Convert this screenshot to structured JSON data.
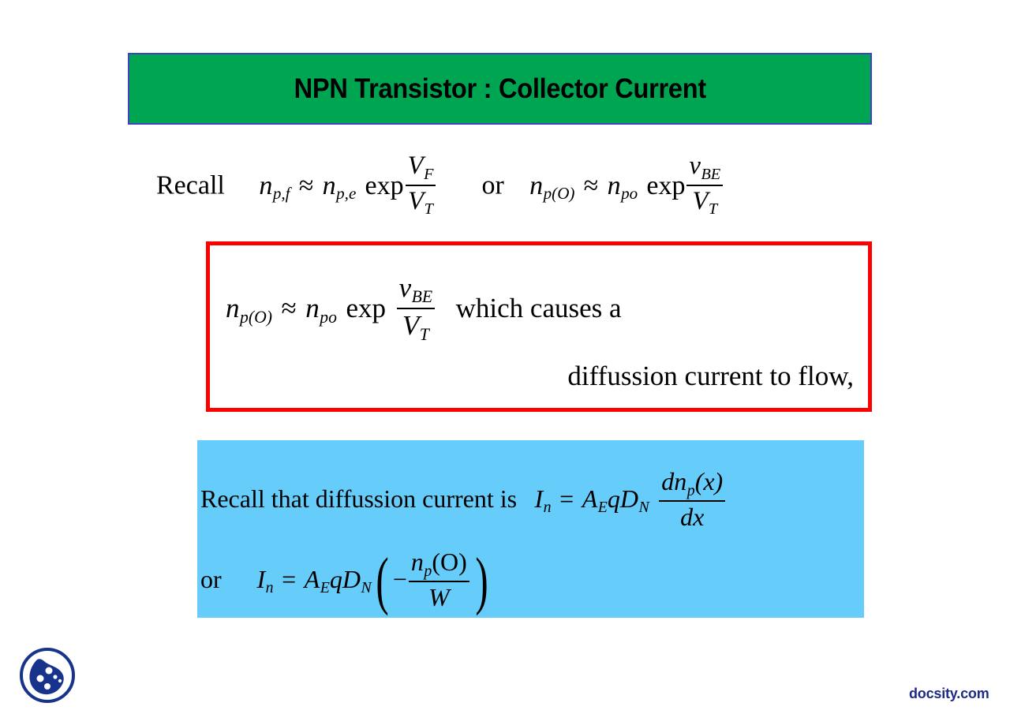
{
  "slide": {
    "title": "NPN Transistor : Collector Current",
    "title_bg_color": "#00A551",
    "title_border_color": "#4141C8",
    "background_color": "#FFFFFF"
  },
  "recall_line": {
    "lead_word": "Recall",
    "eq1": {
      "lhs_base": "n",
      "lhs_sub": "p,f",
      "relation": "≈",
      "rhs_base": "n",
      "rhs_sub": "p,e",
      "function": "exp",
      "numerator_base": "V",
      "numerator_sub": "F",
      "denominator_base": "V",
      "denominator_sub": "T"
    },
    "conjunction": "or",
    "eq2": {
      "lhs_base": "n",
      "lhs_sub": "p(O)",
      "relation": "≈",
      "rhs_base": "n",
      "rhs_sub": "po",
      "function": "exp",
      "numerator_base": "v",
      "numerator_sub": "BE",
      "denominator_base": "V",
      "denominator_sub": "T"
    }
  },
  "red_box": {
    "border_color": "#FF0000",
    "equation": {
      "lhs_base": "n",
      "lhs_sub": "p(O)",
      "relation": "≈",
      "rhs_base": "n",
      "rhs_sub": "po",
      "function": "exp",
      "numerator_base": "v",
      "numerator_sub": "BE",
      "denominator_base": "V",
      "denominator_sub": "T"
    },
    "text_after_equation": "which  causes  a",
    "text_line_2": "diffussion  current to  flow,"
  },
  "blue_box": {
    "background_color": "#66CCFA",
    "line1": {
      "lead_text": "Recall  that  diffussion   current  is",
      "lhs_base": "I",
      "lhs_sub": "n",
      "equals": "=",
      "factor1_base": "A",
      "factor1_sub": "E",
      "factor2": "q",
      "factor3_base": "D",
      "factor3_sub": "N",
      "numerator_d": "dn",
      "numerator_sub": "p",
      "numerator_arg": "(x)",
      "denominator": "dx"
    },
    "line2": {
      "conjunction": "or",
      "lhs_base": "I",
      "lhs_sub": "n",
      "equals": "=",
      "factor1_base": "A",
      "factor1_sub": "E",
      "factor2": "q",
      "factor3_base": "D",
      "factor3_sub": "N",
      "paren_open": "(",
      "minus": "−",
      "numerator_base": "n",
      "numerator_sub": "p",
      "numerator_arg": "(O)",
      "denominator": "W",
      "paren_close": ")"
    }
  },
  "footer": {
    "url": "docsity.com",
    "url_color": "#1F2A86",
    "logo_name": "docsity-logo",
    "logo_color": "#17338C"
  }
}
